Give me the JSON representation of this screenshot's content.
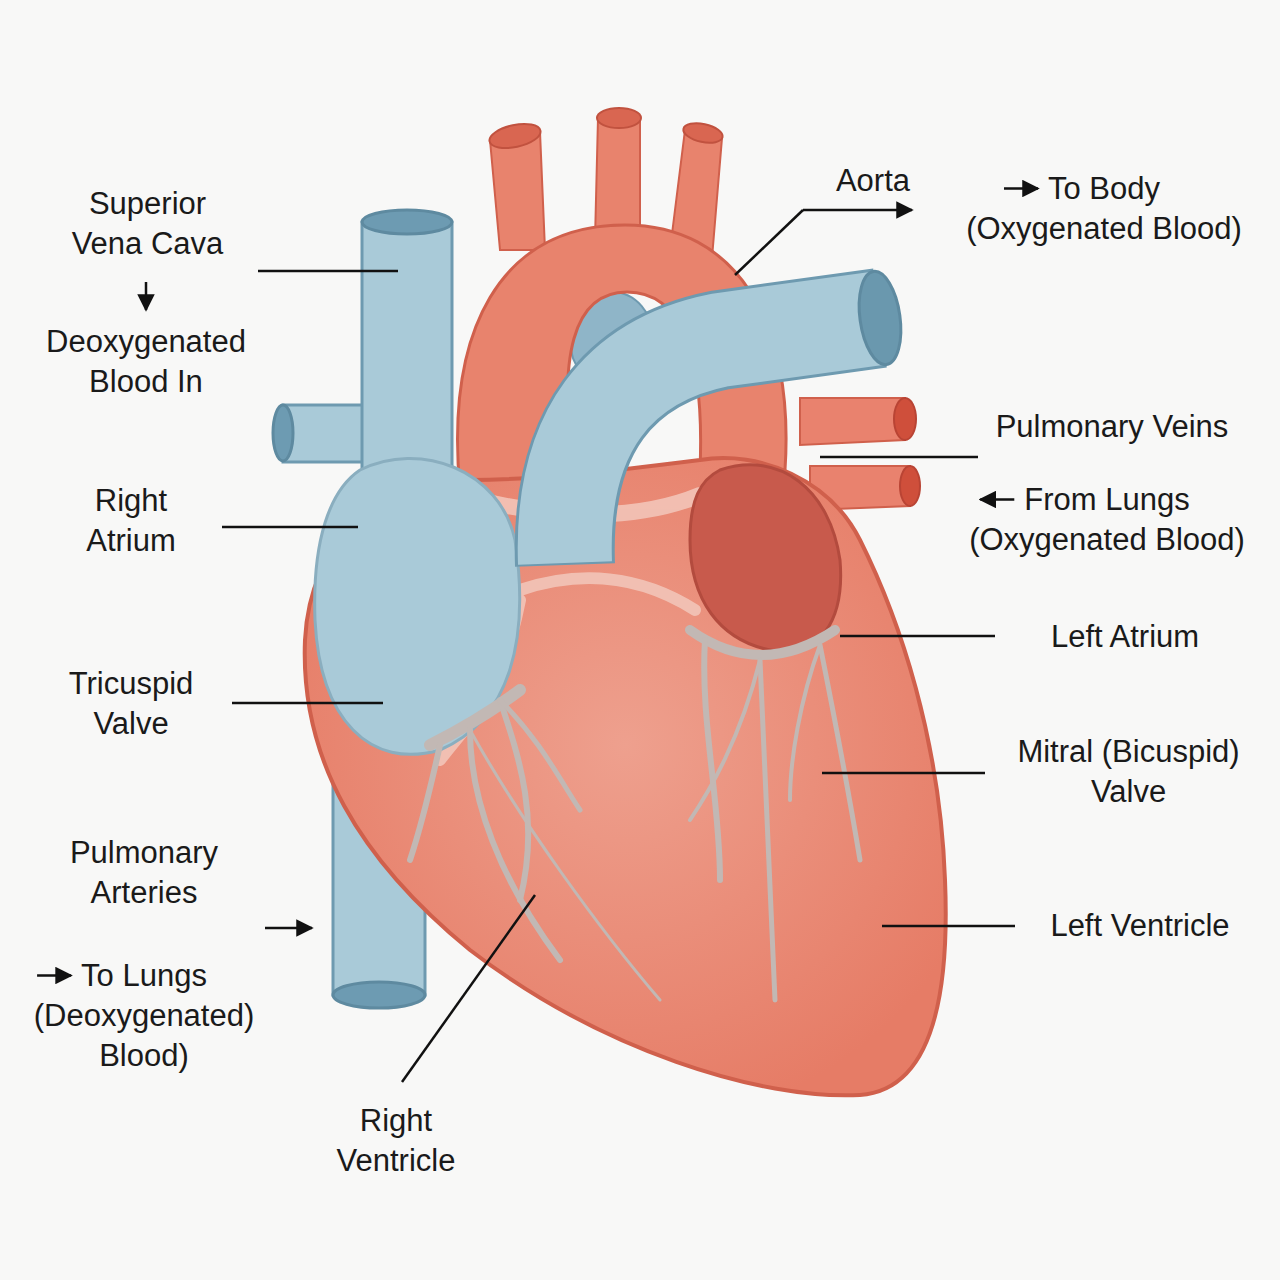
{
  "diagram": {
    "labels": [
      "Superior Vena Cava",
      "Deoxygenated Blood In",
      "Aorta",
      "To Body (Oxygenated Blood)",
      "Pulmonary Veins",
      "From Lungs (Oxygenated Blood)",
      "Right Atrium",
      "Left Atrium",
      "Tricuspid Valve",
      "Mitral (Bicuspid) Valve",
      "Pulmonary Arteries",
      "To Lungs (Deoxygenated) Blood)",
      "Left Ventricle",
      "Right Ventricle"
    ]
  }
}
